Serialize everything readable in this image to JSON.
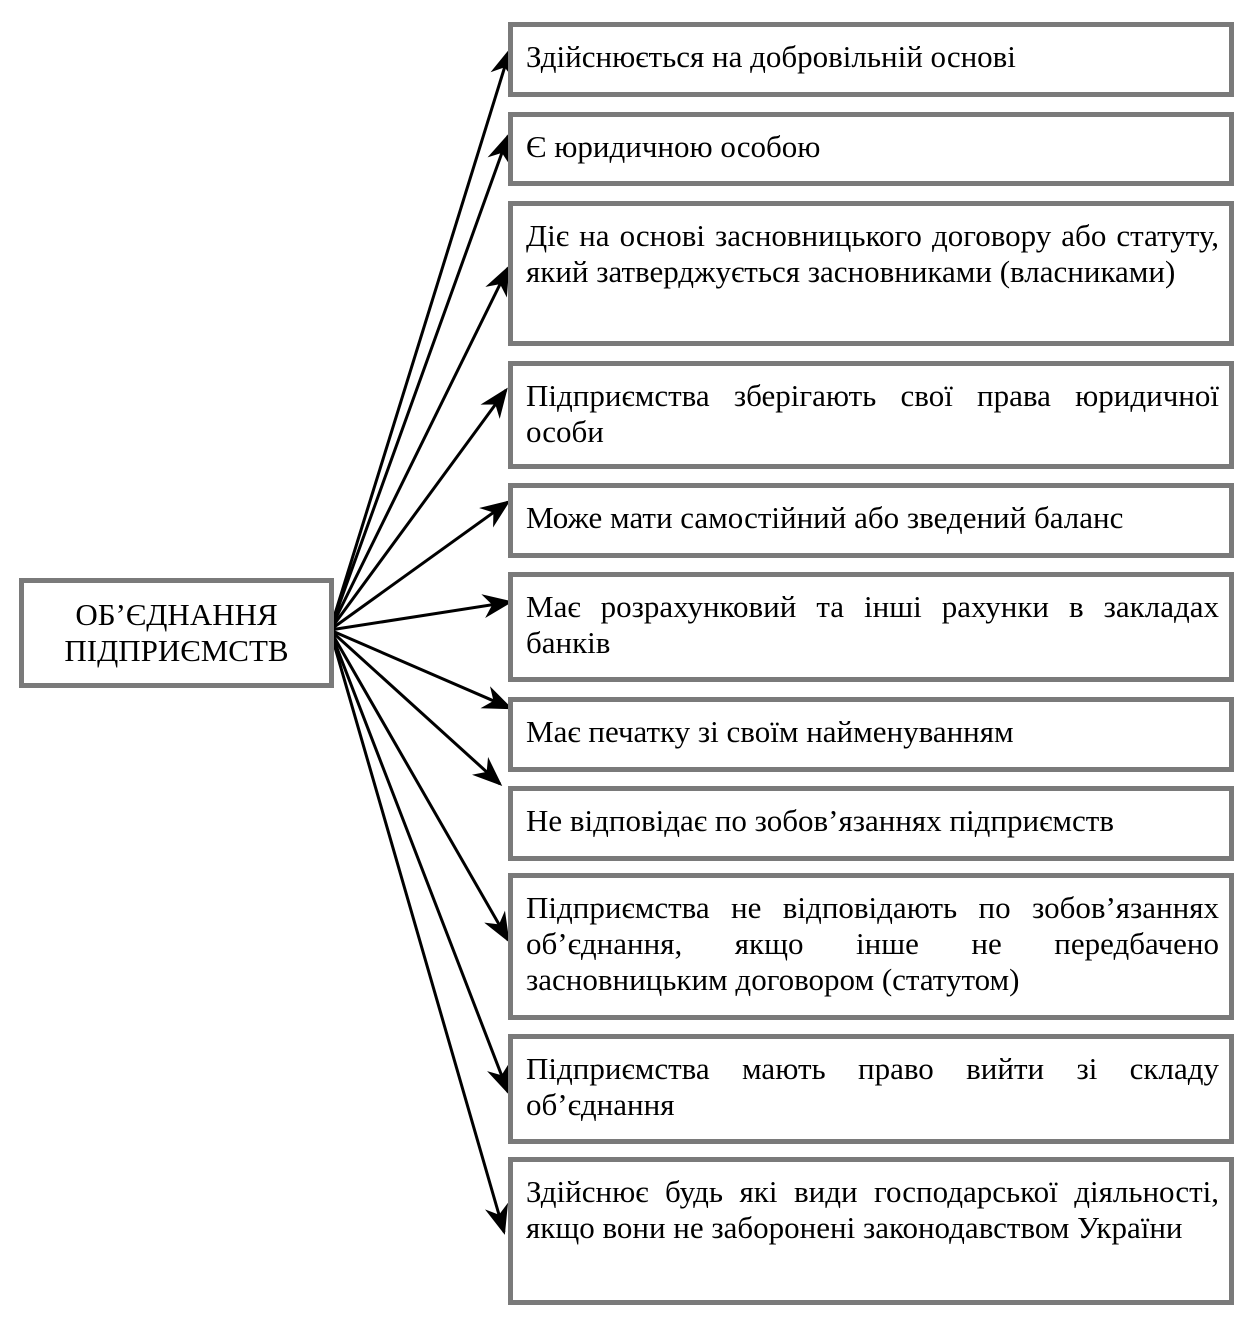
{
  "center": {
    "line1": "ОБ’ЄДНАННЯ",
    "line2": "ПІДПРИЄМСТВ"
  },
  "items": [
    "Здійснюється на добровільній основі",
    "Є юридичною особою",
    "Діє на основі засновницького договору або статуту, який затверджується засновниками (власниками)",
    "Підприємства зберігають свої права юридичної особи",
    "Може мати самостійний або зведений баланс",
    "Має розрахунковий та інші рахунки в закладах банків",
    "Має печатку зі своїм найменуванням",
    "Не відповідає по зобов’язаннях підприємств",
    "Підприємства не відповідають по зобов’язаннях об’єднання, якщо інше не передбачено засновницьким договором (статутом)",
    "Підприємства мають право вийти зі складу об’єднання",
    "Здійснює будь які види господарської діяльності, якщо вони не заборонені законодавством України"
  ]
}
